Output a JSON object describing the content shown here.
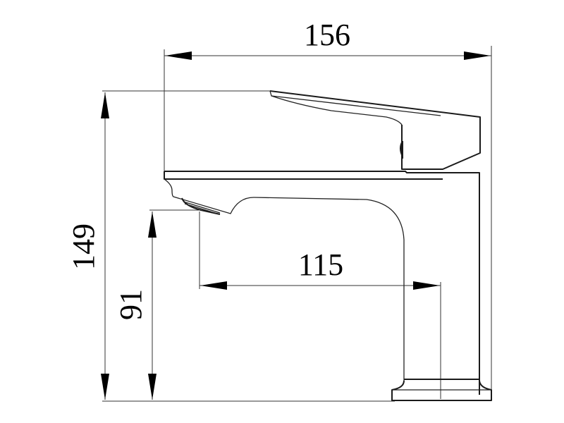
{
  "drawing": {
    "subject": "Basin mixer faucet side elevation",
    "units": "mm",
    "line_color": "#000000",
    "background": "#ffffff"
  },
  "dimensions": {
    "overall_width": {
      "label": "156",
      "orientation": "horizontal"
    },
    "overall_height": {
      "label": "149",
      "orientation": "vertical"
    },
    "spout_height": {
      "label": "91",
      "orientation": "vertical"
    },
    "spout_reach": {
      "label": "115",
      "orientation": "horizontal"
    }
  }
}
